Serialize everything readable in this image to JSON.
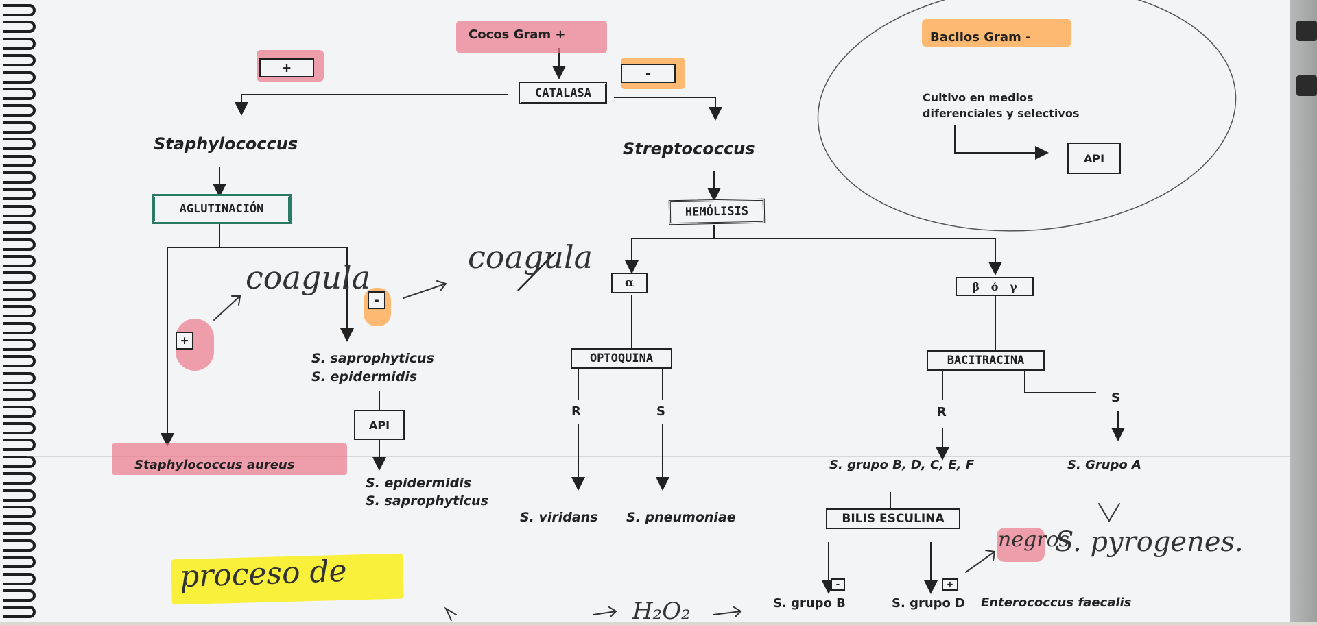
{
  "top": {
    "cocos": "Cocos Gram +",
    "catalasa": "CATALASA",
    "plus": "+",
    "minus": "-"
  },
  "staph": {
    "title": "Staphylococcus",
    "aglutinacion": "AGLUTINACIÓN",
    "plus": "+",
    "minus": "-",
    "coagula1": "coagula",
    "coagula2": "coagula",
    "sap": "S. saprophyticus",
    "epi": "S. epidermidis",
    "api": "API",
    "epi2": "S. epidermidis",
    "sap2": "S. saprophyticus",
    "aureus": "Staphylococcus aureus"
  },
  "strep": {
    "title": "Streptococcus",
    "hemolisis": "HEMÓLISIS",
    "alpha": "α",
    "beta": "β   ó   γ",
    "optoquina": "OPTOQUINA",
    "r1": "R",
    "s1": "S",
    "viridans": "S. viridans",
    "pneumoniae": "S. pneumoniae",
    "bacitracina": "BACITRACINA",
    "r2": "R",
    "s2": "S",
    "grupos": "S. grupo B, D, C, E, F",
    "grupoA": "S. Grupo A",
    "bilis": "BILIS ESCULINA",
    "minus": "-",
    "plus": "+",
    "grupoB": "S. grupo B",
    "grupoD": "S. grupo D",
    "faecalis": "Enterococcus faecalis",
    "negros": "negros",
    "pyogenes": "S. pyrogenes."
  },
  "bacilos": {
    "title": "Bacilos Gram -",
    "cultivo1": "Cultivo en medios",
    "cultivo2": "diferenciales y  selectivos",
    "api": "API"
  },
  "notes": {
    "proceso": "proceso de",
    "h2o2": "H₂O₂"
  },
  "colors": {
    "pink": "#ec788c",
    "orange": "#ffaa50",
    "yellow": "#faf028"
  }
}
